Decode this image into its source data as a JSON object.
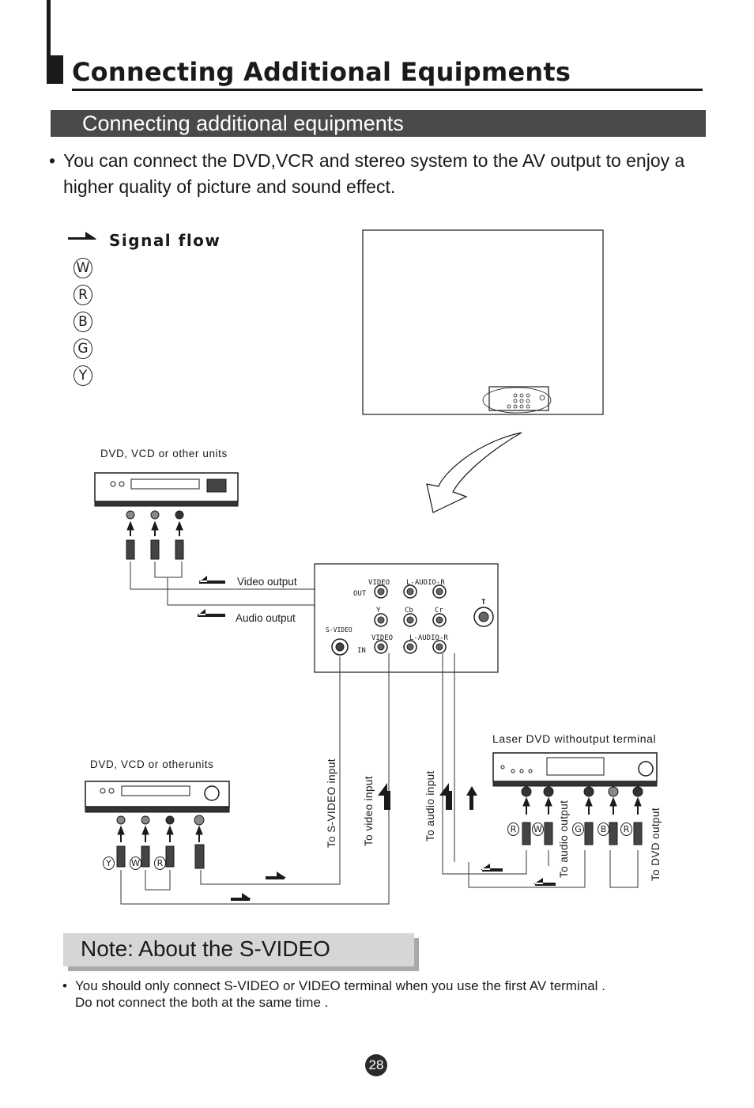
{
  "header": {
    "title": "Connecting Additional Equipments",
    "section_title": "Connecting additional equipments"
  },
  "intro": {
    "bullet": "•",
    "text": "You can connect the DVD,VCR and stereo system to the AV output to enjoy a higher quality of picture and sound effect."
  },
  "legend": {
    "title": "Signal flow",
    "letters": [
      "W",
      "R",
      "B",
      "G",
      "Y"
    ]
  },
  "diagram": {
    "device_top_label": "DVD, VCD or other units",
    "device_bottom_label": "DVD, VCD or otherunits",
    "laser_dvd_label": "Laser DVD withoutput terminal",
    "video_output": "Video output",
    "audio_output": "Audio output",
    "panel": {
      "video": "VIDEO",
      "audio_lr": "L-AUDIO-R",
      "out": "OUT",
      "y": "Y",
      "cb": "Cb",
      "cr": "Cr",
      "t": "T",
      "svideo": "S-VIDEO",
      "video_in": "VIDEO",
      "audio_in": "L-AUDIO-R",
      "in": "IN"
    },
    "to_svideo_input": "To S-VIDEO input",
    "to_video_input": "To video input",
    "to_audio_input": "To audio input",
    "to_audio_output": "To audio output",
    "to_dvd_output": "To DVD output",
    "bottom_plug_letters": [
      "Y",
      "W",
      "R"
    ],
    "dvd_plug_letters": [
      "R",
      "W",
      "G",
      "B",
      "R"
    ]
  },
  "note": {
    "title": "Note: About the S-VIDEO",
    "bullet": "•",
    "text_line1": "You should only connect S-VIDEO or  VIDEO terminal when you use the first AV terminal .",
    "text_line2": "Do not connect the both at the same time ."
  },
  "page_number": "28"
}
